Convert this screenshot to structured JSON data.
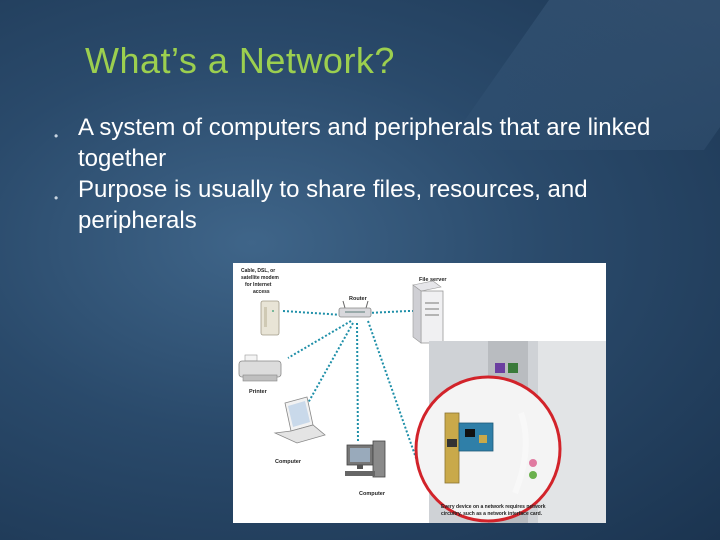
{
  "slide": {
    "title": "What’s a Network?",
    "bullets": [
      "A system of computers and peripherals that are linked together",
      "Purpose is usually to share files, resources, and peripherals"
    ]
  },
  "diagram": {
    "modem_label_lines": [
      "Cable, DSL, or",
      "satellite modem",
      "for Internet",
      "access"
    ],
    "router_label": "Router",
    "file_server_label": "File server",
    "printer_label": "Printer",
    "laptop_label": "Computer",
    "desktop_label": "Computer",
    "caption_lines": [
      "Every device on a network requires network",
      "circuitry, such as a network interface card."
    ]
  },
  "colors": {
    "background": "#2a4a6b",
    "title": "#9ccf4f",
    "bullet_text": "#ffffff",
    "network_line": "#1e8fa8",
    "nic_circle": "#d2232a"
  }
}
